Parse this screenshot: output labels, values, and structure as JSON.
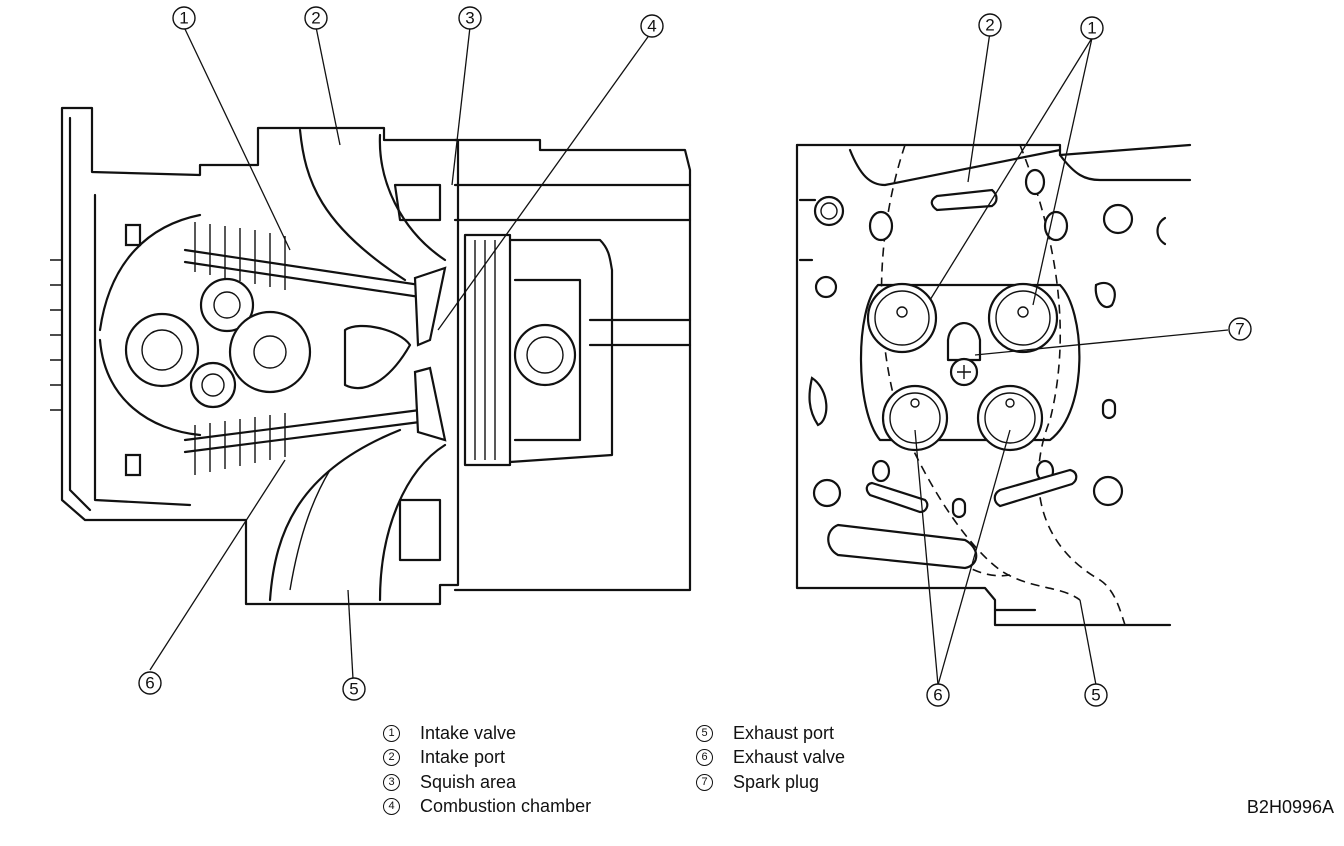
{
  "legend": [
    {
      "num": "1",
      "label": "Intake valve"
    },
    {
      "num": "2",
      "label": "Intake port"
    },
    {
      "num": "3",
      "label": "Squish area"
    },
    {
      "num": "4",
      "label": "Combustion chamber"
    },
    {
      "num": "5",
      "label": "Exhaust port"
    },
    {
      "num": "6",
      "label": "Exhaust valve"
    },
    {
      "num": "7",
      "label": "Spark plug"
    }
  ],
  "figure_code": "B2H0996A"
}
